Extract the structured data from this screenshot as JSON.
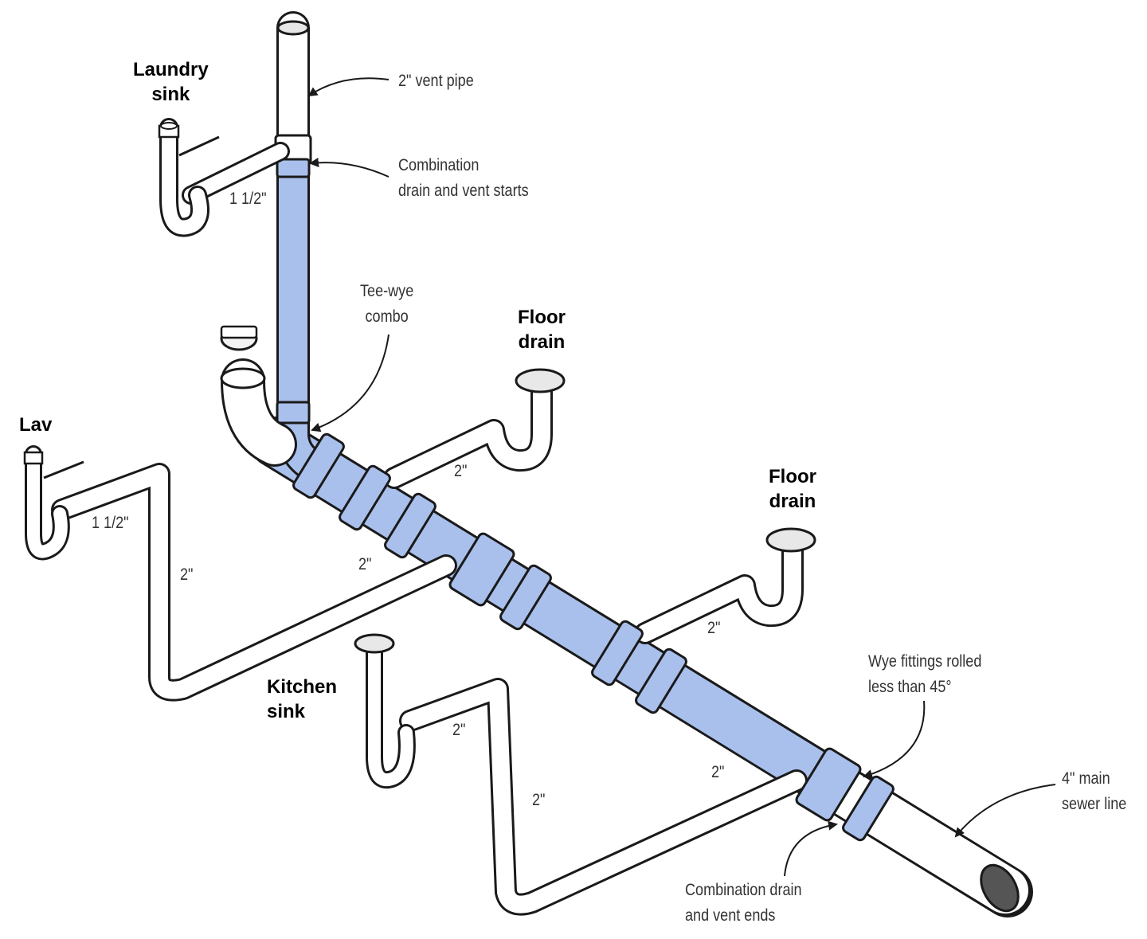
{
  "colors": {
    "stack": "#a9c0ec",
    "pipe": "#ffffff",
    "outline": "#1a1a1a"
  },
  "fixtures": {
    "laundry_sink": "Laundry\nsink",
    "lav": "Lav",
    "floor_drain_1": "Floor\ndrain",
    "floor_drain_2": "Floor\ndrain",
    "kitchen_sink": "Kitchen\nsink"
  },
  "callouts": {
    "vent_pipe": "2\" vent pipe",
    "combo_starts": "Combination\ndrain and vent starts",
    "tee_wye": "Tee-wye\ncombo",
    "wye_fittings": "Wye fittings rolled\nless than 45°",
    "main_sewer": "4\" main\nsewer line",
    "combo_ends": "Combination drain\nand vent ends"
  },
  "sizes": {
    "laundry_arm": "1 1/2\"",
    "lav_arm": "1 1/2\"",
    "lav_vertical": "2\"",
    "lav_horizontal": "2\"",
    "floor_drain_1_arm": "2\"",
    "floor_drain_2_arm": "2\"",
    "kitchen_arm": "2\"",
    "kitchen_vertical": "2\"",
    "kitchen_horizontal": "2\""
  }
}
